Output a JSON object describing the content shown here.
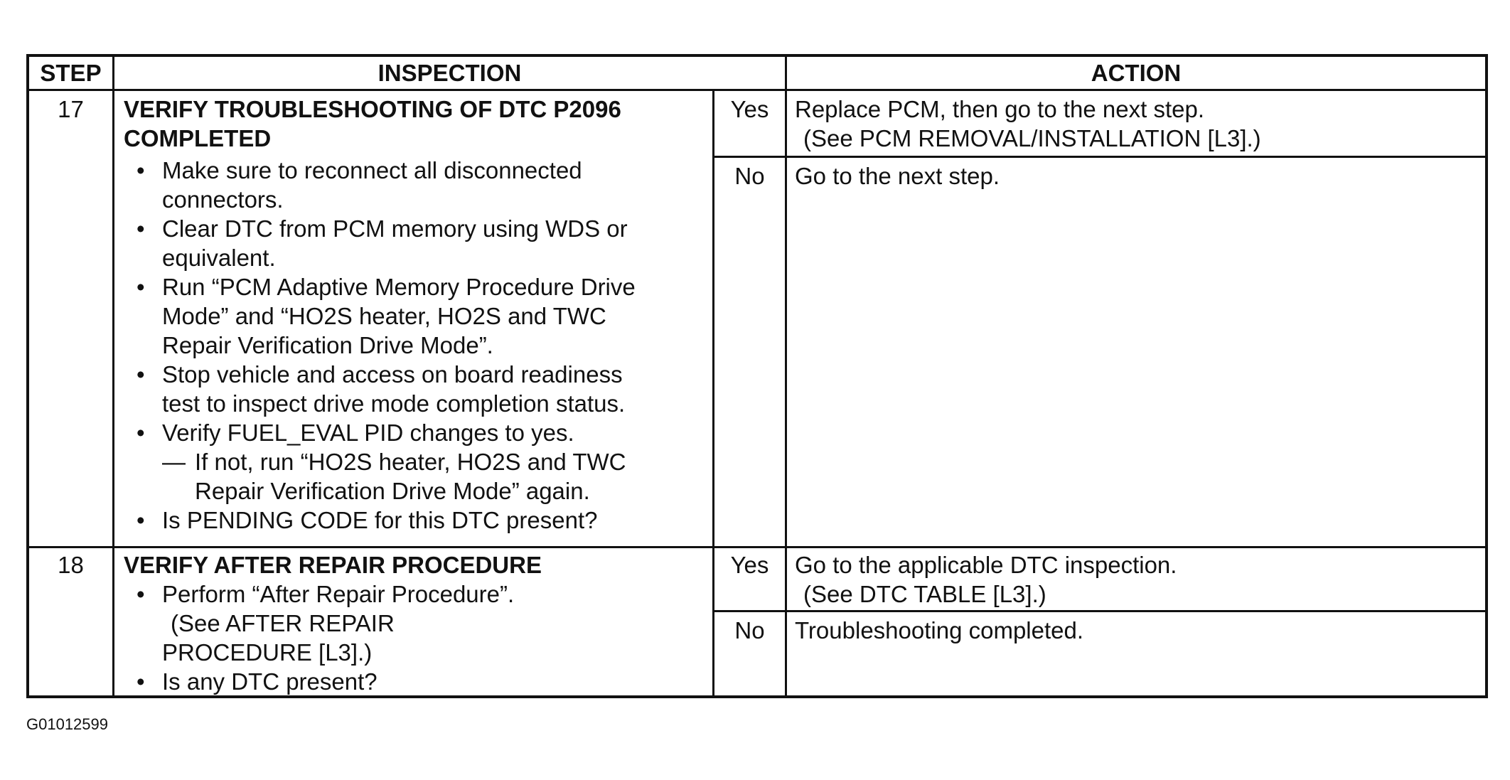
{
  "header": {
    "step": "STEP",
    "inspection": "INSPECTION",
    "action": "ACTION"
  },
  "rows": [
    {
      "step": "17",
      "title_line1": "VERIFY TROUBLESHOOTING OF DTC P2096",
      "title_line2": "COMPLETED",
      "bullets": [
        {
          "lines": [
            "Make sure to reconnect all disconnected",
            "connectors."
          ]
        },
        {
          "lines": [
            "Clear DTC from PCM memory using WDS or",
            "equivalent."
          ]
        },
        {
          "lines": [
            "Run “PCM Adaptive Memory Procedure Drive",
            "Mode” and “HO2S heater, HO2S and TWC",
            "Repair Verification Drive Mode”."
          ]
        },
        {
          "lines": [
            "Stop vehicle and access on board readiness",
            "test to inspect drive mode completion status."
          ]
        },
        {
          "lines": [
            "Verify FUEL_EVAL PID changes to yes."
          ]
        },
        {
          "lines": [
            "Is PENDING CODE for this DTC present?"
          ]
        }
      ],
      "sub_note": {
        "lines": [
          "If not, run “HO2S heater, HO2S and TWC",
          "Repair Verification Drive Mode” again."
        ]
      },
      "yes": {
        "label": "Yes",
        "line1": "Replace PCM, then go to the next step.",
        "line2": "(See PCM REMOVAL/INSTALLATION [L3].)"
      },
      "no": {
        "label": "No",
        "line1": "Go to the next step."
      }
    },
    {
      "step": "18",
      "title_line1": "VERIFY AFTER REPAIR PROCEDURE",
      "bullets": [
        {
          "lines": [
            "Perform “After Repair Procedure”."
          ]
        },
        {
          "lines": [
            "Is any DTC present?"
          ]
        }
      ],
      "see_lines": [
        "(See  AFTER REPAIR",
        "PROCEDURE [L3].)"
      ],
      "yes": {
        "label": "Yes",
        "line1": "Go to the applicable DTC inspection.",
        "line2": "(See DTC TABLE [L3].)"
      },
      "no": {
        "label": "No",
        "line1": "Troubleshooting completed."
      }
    }
  ],
  "bullet_glyph": "•",
  "dash_glyph": "—",
  "figure_id": "G01012599"
}
